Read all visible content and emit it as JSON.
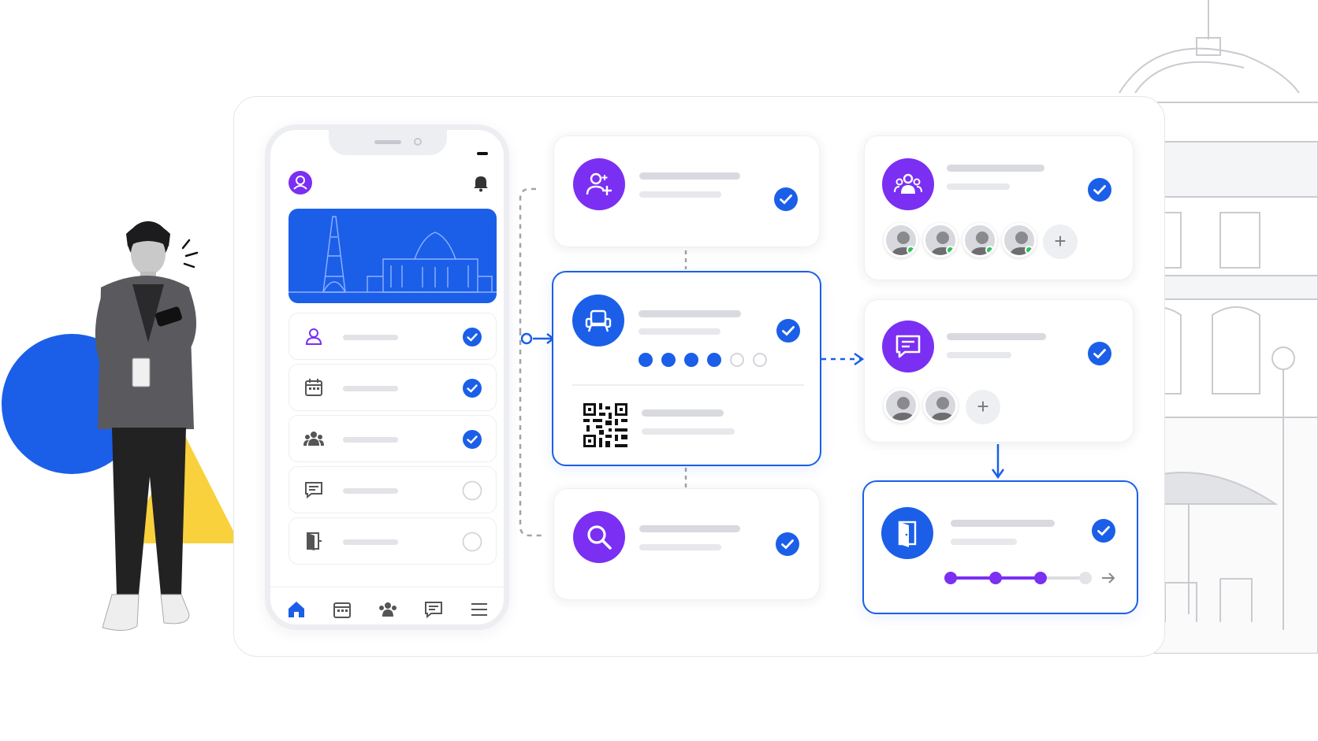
{
  "colors": {
    "accent_blue": "#1b5fe8",
    "accent_purple": "#7b2ff2",
    "accent_yellow": "#f9d13c",
    "line_gray": "#d9dadf",
    "online_green": "#2ec25a"
  },
  "phone": {
    "icons": [
      "user-icon",
      "bell-icon",
      "eiffel-tower-icon"
    ],
    "rows": [
      {
        "icon": "user-icon",
        "checked": true
      },
      {
        "icon": "calendar-icon",
        "checked": true
      },
      {
        "icon": "group-icon",
        "checked": true
      },
      {
        "icon": "message-icon",
        "checked": false
      },
      {
        "icon": "door-icon",
        "checked": false
      }
    ],
    "tabs": [
      "home-icon",
      "calendar-icon",
      "group-icon",
      "message-icon",
      "menu-icon"
    ],
    "active_tab": "home-icon"
  },
  "cards": {
    "register": {
      "icon": "user-add-icon",
      "checked": true
    },
    "seat": {
      "icon": "armchair-icon",
      "checked": true,
      "progress_filled": 4,
      "progress_total": 6,
      "secondary_icon": "qr-code-icon"
    },
    "search": {
      "icon": "search-icon",
      "checked": true
    },
    "group": {
      "icon": "group-icon",
      "checked": true,
      "plus_label": "+"
    },
    "chat": {
      "icon": "chat-icon",
      "checked": true,
      "plus_label": "+"
    },
    "exit": {
      "icon": "door-icon",
      "checked": true,
      "steps_done": 3,
      "steps_total": 4
    }
  }
}
